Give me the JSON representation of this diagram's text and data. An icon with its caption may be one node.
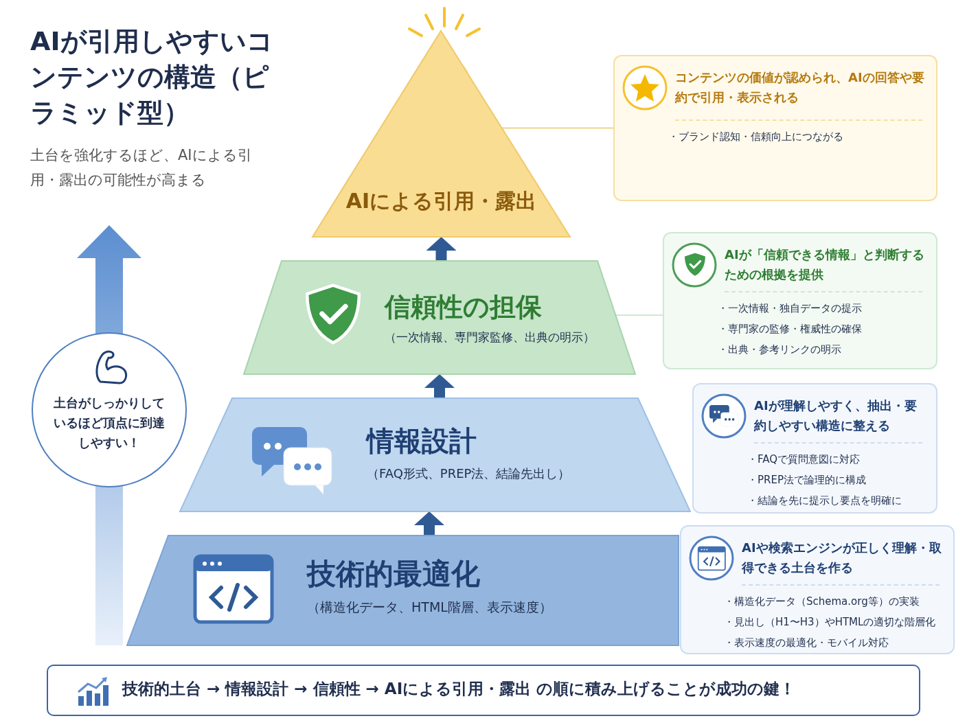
{
  "diagram": {
    "title": "AIが引用しやすいコンテンツの構造（ピラミッド型）",
    "nodes": [
      {
        "text": [
          "AIによる引用・露出"
        ]
      },
      {
        "text": [
          "信頼性の担保",
          "（一次情報、専門家監修、出典の明示）"
        ]
      },
      {
        "text": [
          "情報設計",
          "（FAQ形式、PREP法、結論先出し）"
        ]
      },
      {
        "text": [
          "技術的最適化",
          "（構造化データ、HTML階層、表示速度）"
        ]
      },
      {
        "text": [
          "コンテンツの価値が認められ、AIの回答や要約で引用・表示される",
          "・ブランド認知・信頼向上につながる"
        ]
      },
      {
        "text": [
          "AIが「信頼できる情報」と判断するための根拠を提供",
          "・一次情報・独自データの提示",
          "・専門家の監修・権威性の確保",
          "・出典・参考リンクの明示"
        ]
      },
      {
        "text": [
          "AIが理解しやすく、抽出・要約しやすい構造に整える",
          "・FAQで質問意図に対応",
          "・PREP法で論理的に構成",
          "・結論を先に提示し要点を明確に"
        ]
      },
      {
        "text": [
          "AIや検索エンジンが正しく理解・取得できる土台を作る",
          "・構造化データ（Schema.org等）の実装",
          "・見出し（H1〜H3）やHTMLの適切な階層化",
          "・表示速度の最適化・モバイル対応"
        ]
      },
      {
        "text": [
          "土台がしっかりしているほど頂点に到達しやすい！"
        ]
      },
      {
        "text": [
          "技術的土台 → 情報設計 → 信頼性 → AIによる引用・露出 の順に積み上げることが成功の鍵！"
        ]
      }
    ],
    "edges": [
      {
        "from": 3,
        "to": 2,
        "arrow": "to"
      },
      {
        "from": 2,
        "to": 1,
        "arrow": "to"
      },
      {
        "from": 1,
        "to": 0,
        "arrow": "to"
      },
      {
        "from": 0,
        "to": 4,
        "arrow": "none",
        "color": "#f2d48a"
      },
      {
        "from": 1,
        "to": 5,
        "arrow": "none",
        "color": "#cfe8d2"
      }
    ],
    "labels": [
      "土台を強化するほど、AIによる引用・露出の可能性が高まる"
    ]
  }
}
